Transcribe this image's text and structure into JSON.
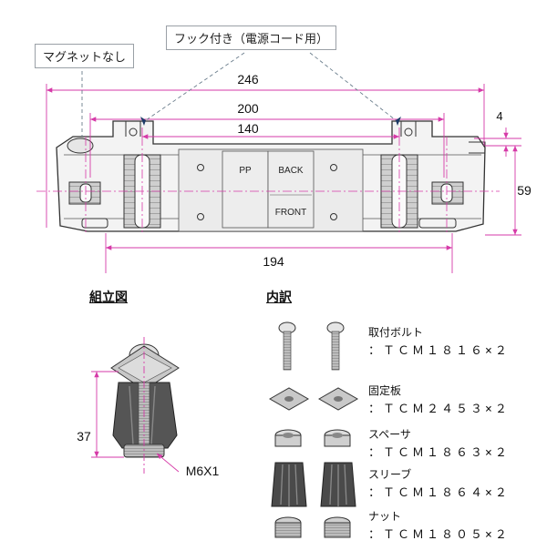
{
  "callouts": {
    "no_magnet": "マグネットなし",
    "hook": "フック付き（電源コード用）"
  },
  "dimensions": {
    "overall_width": "246",
    "hole_pitch": "200",
    "inner_pitch": "140",
    "bottom_width": "194",
    "height": "59",
    "top_offset": "4",
    "assembly_height": "37",
    "thread": "M6X1"
  },
  "panel_labels": {
    "pp": "PP",
    "back": "BACK",
    "front": "FRONT"
  },
  "sections": {
    "assembly_title": "組立図",
    "contents_title": "内訳"
  },
  "parts": [
    {
      "name": "取付ボルト",
      "code": "：ＴＣＭ１８１６×２"
    },
    {
      "name": "固定板",
      "code": "：ＴＣＭ２４５３×２"
    },
    {
      "name": "スペーサ",
      "code": "：ＴＣＭ１８６３×２"
    },
    {
      "name": "スリーブ",
      "code": "：ＴＣＭ１８６４×２"
    },
    {
      "name": "ナット",
      "code": "：ＴＣＭ１８０５×２"
    }
  ],
  "colors": {
    "dimension_line": "#d63aa8",
    "centerline": "#d63aa8",
    "outline": "#333333"
  }
}
